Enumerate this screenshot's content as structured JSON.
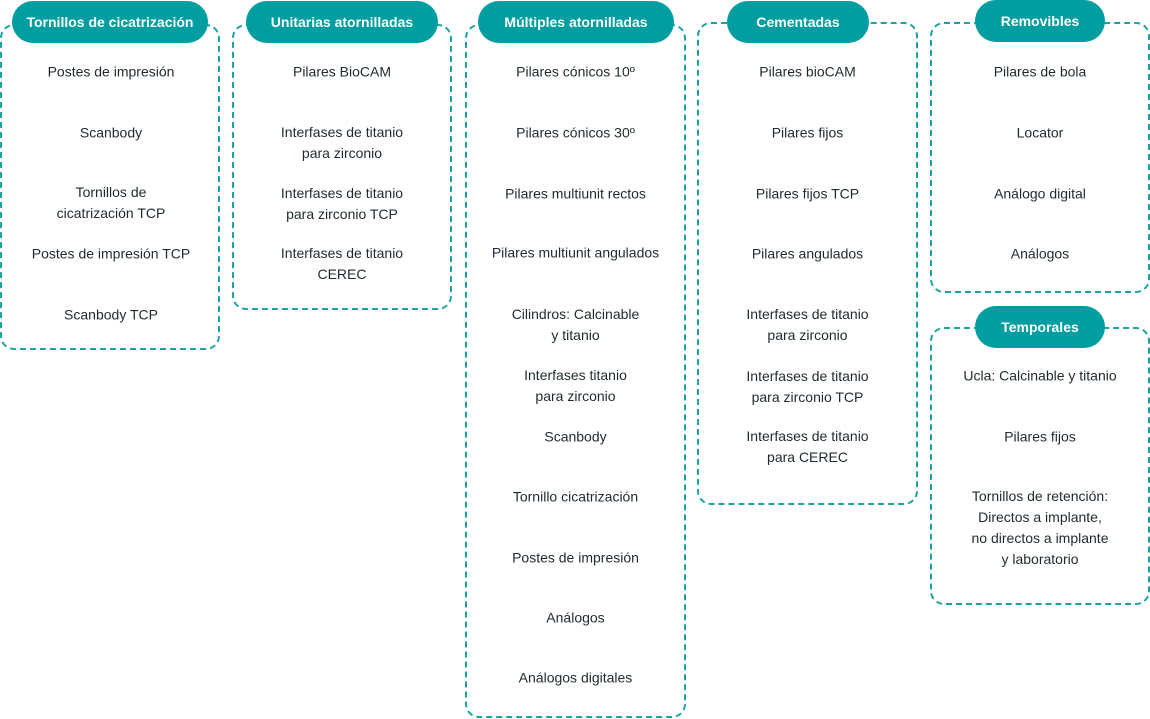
{
  "columns": [
    {
      "title": "Tornillos de cicatrización",
      "items": [
        "Postes de impresión",
        "Scanbody",
        "Tornillos de\ncicatrización TCP",
        "Postes de impresión TCP",
        "Scanbody TCP"
      ]
    },
    {
      "title": "Unitarias atornilladas",
      "items": [
        "Pilares BioCAM",
        "Interfases de titanio\npara zirconio",
        "Interfases de titanio\npara zirconio TCP",
        "Interfases de titanio\nCEREC"
      ]
    },
    {
      "title": "Múltiples atornilladas",
      "items": [
        "Pilares cónicos 10º",
        "Pilares cónicos 30º",
        "Pilares multiunit rectos",
        "Pilares multiunit angulados",
        "Cilindros: Calcinable\ny titanio",
        "Interfases titanio\npara zirconio",
        "Scanbody",
        "Tornillo cicatrización",
        "Postes de impresión",
        "Análogos",
        "Análogos digitales"
      ]
    },
    {
      "title": "Cementadas",
      "items": [
        "Pilares bioCAM",
        "Pilares fijos",
        "Pilares fijos TCP",
        "Pilares angulados",
        "Interfases de titanio\npara zirconio",
        "Interfases de titanio\npara zirconio TCP",
        "Interfases de titanio\npara CEREC"
      ]
    },
    {
      "title": "Removibles",
      "items": [
        "Pilares de bola",
        "Locator",
        "Análogo digital",
        "Análogos"
      ]
    },
    {
      "title": "Temporales",
      "items": [
        "Ucla: Calcinable y titanio",
        "Pilares fijos",
        "Tornillos de retención:\nDirectos a implante,\nno directos a implante\ny laboratorio"
      ]
    }
  ],
  "colors": {
    "accent": "#009ea0",
    "border": "#1aa3a3",
    "text": "#1f2a30"
  }
}
